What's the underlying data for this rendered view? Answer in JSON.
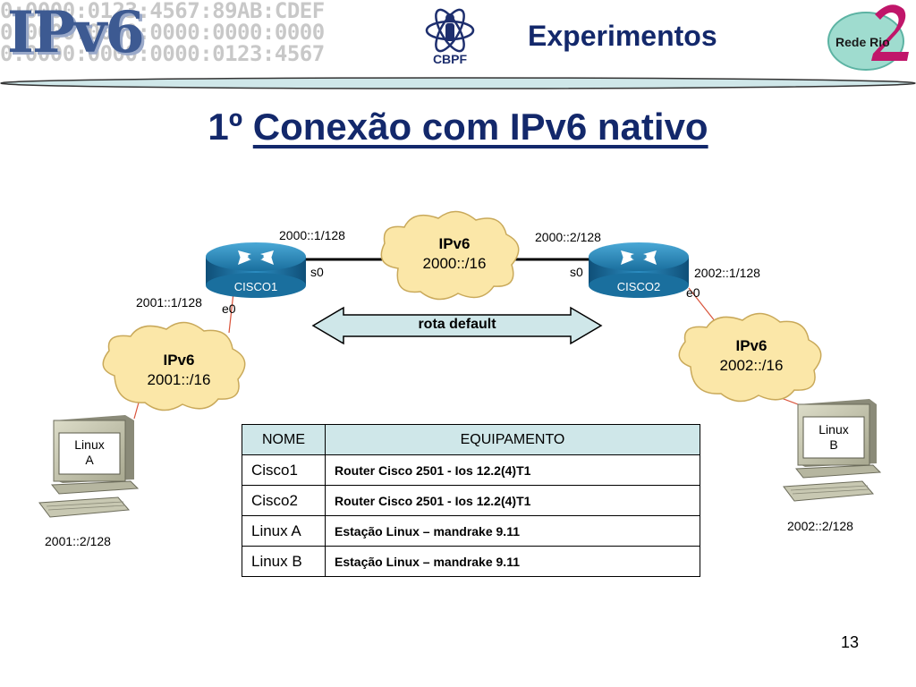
{
  "header": {
    "hex_lines": [
      "0:0000:0123:4567:89AB:CDEF",
      "0:0000:0000:0000:0000:0000",
      "0:0000:0000:0000:0123:4567"
    ],
    "ipv6_logo": "IPv6",
    "cbpf_logo": "CBPF",
    "title": "Experimentos",
    "rede_rio_logo": "Rede Rio"
  },
  "slide": {
    "title_num": "1º",
    "title_text": "Conexão com IPv6 nativo",
    "page_number": "13"
  },
  "diagram": {
    "routers": [
      {
        "label": "CISCO1"
      },
      {
        "label": "CISCO2"
      }
    ],
    "clouds": [
      {
        "name": "IPv6",
        "prefix": "2000::/16"
      },
      {
        "name": "IPv6",
        "prefix": "2001::/16"
      },
      {
        "name": "IPv6",
        "prefix": "2002::/16"
      }
    ],
    "addresses": {
      "cisco1_s0": "2000::1/128",
      "cisco2_s0": "2000::2/128",
      "cisco1_e0": "2001::1/128",
      "cisco2_e0": "2002::1/128",
      "linux_a": "2001::2/128",
      "linux_b": "2002::2/128"
    },
    "interfaces": {
      "s0_left": "s0",
      "s0_right": "s0",
      "e0_left": "e0",
      "e0_right": "e0"
    },
    "default_route": "rota default",
    "hosts": [
      {
        "line1": "Linux",
        "line2": "A"
      },
      {
        "line1": "Linux",
        "line2": "B"
      }
    ]
  },
  "table": {
    "headers": [
      "NOME",
      "EQUIPAMENTO"
    ],
    "rows": [
      [
        "Cisco1",
        "Router Cisco 2501 - Ios 12.2(4)T1"
      ],
      [
        "Cisco2",
        "Router Cisco 2501 - Ios 12.2(4)T1"
      ],
      [
        "Linux A",
        "Estação Linux – mandrake 9.11"
      ],
      [
        "Linux B",
        "Estação Linux – mandrake 9.11"
      ]
    ]
  },
  "colors": {
    "title_blue": "#13286b",
    "router_blue": "#1f7fb0",
    "cloud_fill": "#fbe7a8",
    "link_red": "#d9533a",
    "table_header": "#cfe7e9"
  }
}
